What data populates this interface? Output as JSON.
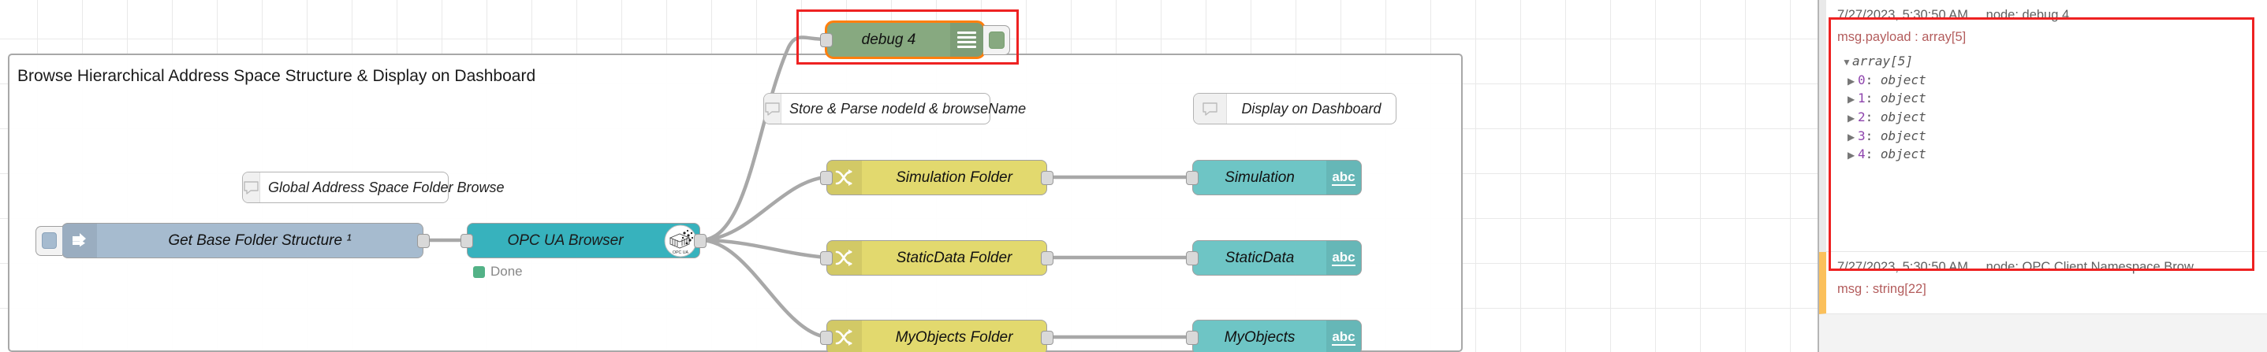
{
  "group": {
    "label": "Browse Hierarchical Address Space Structure & Display on Dashboard"
  },
  "comments": [
    {
      "name": "global-address-space-folder-browse",
      "label": "Global Address Space Folder Browse"
    },
    {
      "name": "store-parse-nodeid-browsename",
      "label": "Store & Parse nodeId & browseName"
    },
    {
      "name": "display-on-dashboard",
      "label": "Display on Dashboard"
    }
  ],
  "nodes": {
    "inject": {
      "label": "Get Base Folder Structure ¹"
    },
    "opcua": {
      "label": "OPC UA Browser",
      "logo_text": "OPC UA",
      "status": "Done",
      "status_color": "#53b287"
    },
    "debug": {
      "label": "debug 4"
    },
    "switches": [
      {
        "label": "Simulation Folder"
      },
      {
        "label": "StaticData Folder"
      },
      {
        "label": "MyObjects Folder"
      }
    ],
    "ui_texts": [
      {
        "label": "Simulation",
        "icon": "abc"
      },
      {
        "label": "StaticData",
        "icon": "abc"
      },
      {
        "label": "MyObjects",
        "icon": "abc"
      }
    ]
  },
  "sidebar": {
    "messages": [
      {
        "timestamp": "7/27/2023, 5:30:50 AM",
        "node": "node: debug 4",
        "topic": "msg.payload : array[5]",
        "root": "array[5]",
        "items": [
          {
            "index": "0",
            "value": "object"
          },
          {
            "index": "1",
            "value": "object"
          },
          {
            "index": "2",
            "value": "object"
          },
          {
            "index": "3",
            "value": "object"
          },
          {
            "index": "4",
            "value": "object"
          }
        ]
      },
      {
        "timestamp": "7/27/2023, 5:30:50 AM",
        "node": "node: OPC Client Namespace Brow",
        "topic": "msg : string[22]",
        "root": "",
        "items": []
      }
    ]
  },
  "annotations": {
    "debug_node_highlight": "red-rectangle-around-debug-node",
    "sidebar_highlight": "red-rectangle-around-first-debug-message"
  },
  "colors": {
    "inject": "#a6bbcf",
    "opcua": "#37b2bd",
    "switch": "#e2d96e",
    "uitext": "#6ec5c5",
    "debug": "#87a980",
    "annotation": "#ee2222",
    "selection": "#ff7f0e"
  }
}
